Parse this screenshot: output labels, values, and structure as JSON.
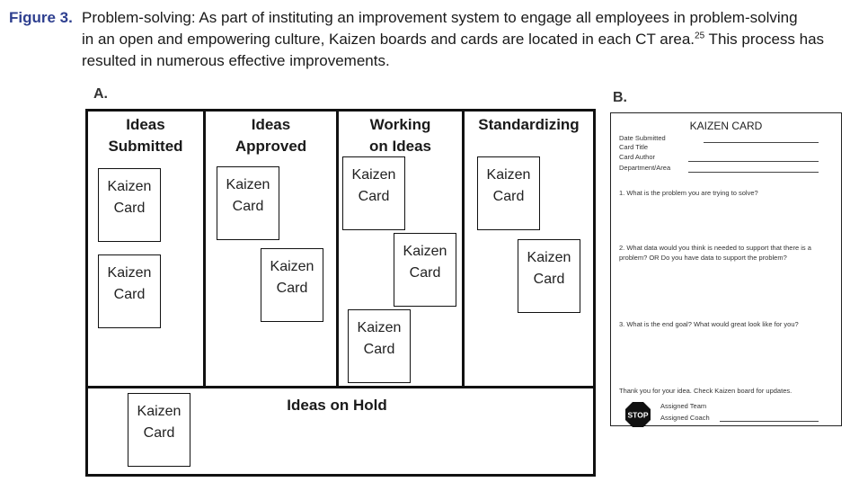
{
  "caption": {
    "label": "Figure 3.",
    "line1": "Problem-solving: As part of instituting an improvement system to engage all employees in problem-solving",
    "line2": "in an open and empowering culture, Kaizen boards and cards are located in each CT area.",
    "ref": "25",
    "line2_end": " This process has",
    "line3": "resulted in numerous effective improvements."
  },
  "board": {
    "label": "A.",
    "columns": [
      {
        "line1": "Ideas",
        "line2": "Submitted"
      },
      {
        "line1": "Ideas",
        "line2": "Approved"
      },
      {
        "line1": "Working",
        "line2": "on Ideas"
      },
      {
        "line1": "Standardizing",
        "line2": ""
      }
    ],
    "hold_label": "Ideas on Hold",
    "card_line1": "Kaizen",
    "card_line2": "Card"
  },
  "kaizen_card": {
    "label": "B.",
    "title": "KAIZEN CARD",
    "fields": [
      "Date Submitted",
      "Card Title",
      "Card Author",
      "Department/Area"
    ],
    "q1": "1.  What is the problem you are trying to solve?",
    "q2": "2.  What data would you think is needed to support that there is a  problem? OR Do you have data to support the problem?",
    "q3": "3.  What is the end goal? What would great look like for you?",
    "thanks": "Thank you for your idea. Check Kaizen board for updates.",
    "stop": "STOP",
    "assigned_team": "Assigned Team",
    "assigned_coach": "Assigned Coach"
  }
}
